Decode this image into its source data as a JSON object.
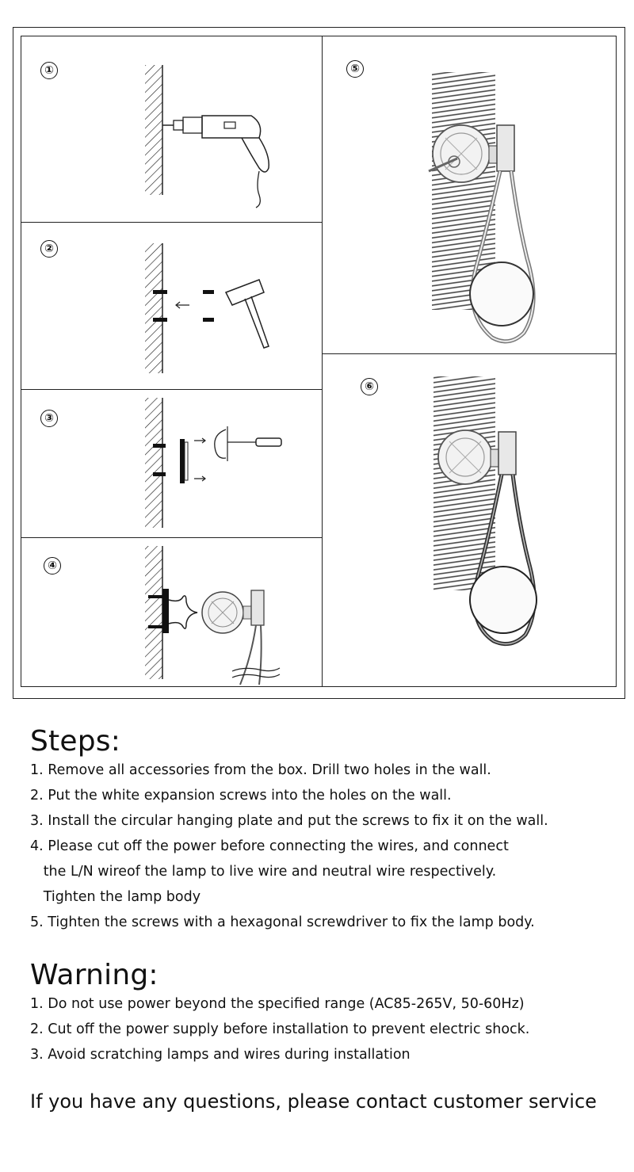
{
  "steps_diagram": {
    "panel_numbers": [
      "①",
      "②",
      "③",
      "④",
      "⑤",
      "⑥"
    ]
  },
  "steps": {
    "heading": "Steps:",
    "lines": [
      "1. Remove all accessories from the box. Drill two holes in the wall.",
      "2. Put the white expansion screws into the holes on the wall.",
      "3. Install the circular hanging plate and put the screws to fix it on the wall.",
      "4. Please cut off the power before connecting the wires, and connect",
      "   the L/N wireof the lamp to live wire and neutral wire respectively.",
      "   Tighten the lamp body",
      "5. Tighten the screws with a hexagonal screwdriver to fix the lamp body."
    ]
  },
  "warning": {
    "heading": "Warning:",
    "lines": [
      "1. Do not use power beyond the specified range (AC85-265V, 50-60Hz)",
      "2. Cut off the power supply before installation to prevent electric shock.",
      "3. Avoid scratching lamps and wires during installation"
    ]
  },
  "contact": "If you have any questions, please contact customer service"
}
